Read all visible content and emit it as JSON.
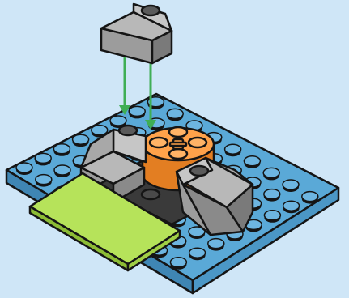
{
  "scene": {
    "description_kind": "lego-assembly-step",
    "colors": {
      "background": "#cfe6f7",
      "baseplate_top": "#5aa9d7",
      "baseplate_side": "#3f86b4",
      "stud_top": "#6db5e0",
      "stud_shadow": "#2a6f9c",
      "outline": "#151515",
      "gray_light": "#b8b8b8",
      "gray_mid": "#9c9c9c",
      "gray_dark": "#7a7a7a",
      "dark_tile": "#3a3a3a",
      "orange_top": "#ffa24a",
      "orange_side": "#e37e22",
      "lime_top": "#b6e35a",
      "lime_side": "#8cbc35",
      "arrow_green": "#3fae55"
    },
    "parts": [
      {
        "name": "baseplate",
        "color": "blue",
        "shape": "plate-8x10"
      },
      {
        "name": "slope-brick-left",
        "color": "light-gray",
        "shape": "slope-2x2"
      },
      {
        "name": "slope-brick-right",
        "color": "light-gray",
        "shape": "slope-2x2"
      },
      {
        "name": "round-brick-center",
        "color": "orange",
        "shape": "round-2x2-with-axle-hole"
      },
      {
        "name": "tile-front",
        "color": "lime",
        "shape": "tile-2x4"
      },
      {
        "name": "dark-plate",
        "color": "dark-gray",
        "shape": "plate-2x4"
      },
      {
        "name": "falling-slope-brick",
        "color": "light-gray",
        "shape": "slope-1x2",
        "state": "being-attached"
      }
    ],
    "guide_arrows": {
      "count": 2,
      "color": "green",
      "direction": "down"
    }
  }
}
